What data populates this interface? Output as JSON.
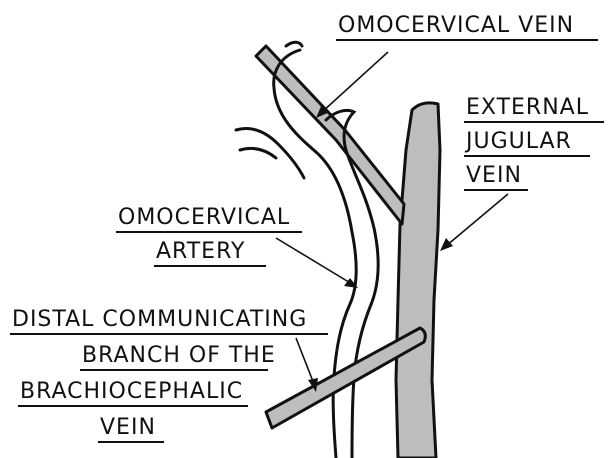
{
  "labels": {
    "omocervical_vein": "OMOCERVICAL VEIN",
    "external_jugular_vein": [
      "EXTERNAL",
      "JUGULAR",
      "VEIN"
    ],
    "omocervical_artery": [
      "OMOCERVICAL",
      "ARTERY"
    ],
    "distal_communicating_branch": [
      "DISTAL COMMUNICATING",
      "BRANCH OF THE",
      "BRACHIOCEPHALIC",
      "VEIN"
    ]
  },
  "colors": {
    "ink": "#111111",
    "vein_fill": "#bdbdbd",
    "background": "#ffffff"
  }
}
